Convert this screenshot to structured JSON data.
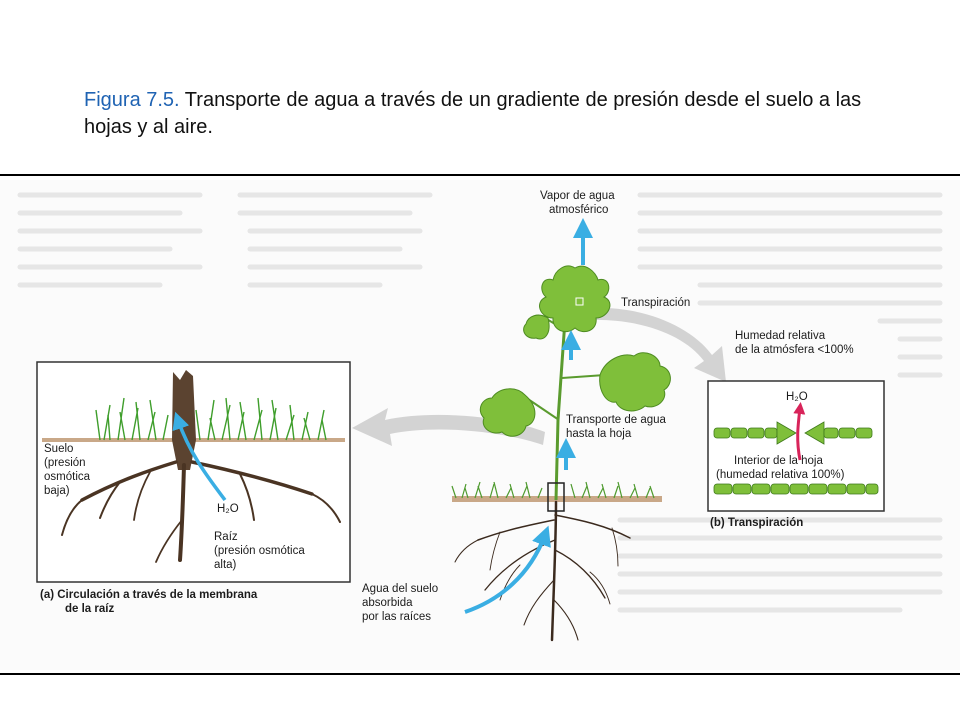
{
  "caption": {
    "figure_number": "Figura 7.5.",
    "text": " Transporte de agua a través de un gradiente de presión desde el suelo a las hojas y al aire."
  },
  "labels": {
    "vapor_1": "Vapor de agua",
    "vapor_2": "atmosférico",
    "transpiracion": "Transpiración",
    "humedad_1": "Humedad relativa",
    "humedad_2": "de la atmósfera <100%",
    "transporte_1": "Transporte de agua",
    "transporte_2": "hasta la hoja",
    "h2o_leaf": "H₂O",
    "interior_1": "Interior de la hoja",
    "interior_2": "(humedad relativa 100%)",
    "panel_b": "(b) Transpiración",
    "suelo_1": "Suelo",
    "suelo_2": "(presión",
    "suelo_3": "osmótica",
    "suelo_4": "baja)",
    "h2o_root": "H₂O",
    "raiz_1": "Raíz",
    "raiz_2": "(presión osmótica",
    "raiz_3": "alta)",
    "panel_a_1": "(a)  Circulación a través de la membrana",
    "panel_a_2": "de la raíz",
    "agua_1": "Agua del suelo",
    "agua_2": "absorbida",
    "agua_3": "por las raíces"
  },
  "colors": {
    "water_arrow": "#3aaee3",
    "leaf": "#7fbf3a",
    "leaf_dark": "#4e8c21",
    "stem": "#5a9b2e",
    "root": "#4a3423",
    "trunk": "#5b4330",
    "soil": "#c9a888",
    "bg_arrow": "#d3d3d3",
    "pink_arrow": "#d8245a",
    "caption_highlight": "#1f63b3"
  }
}
